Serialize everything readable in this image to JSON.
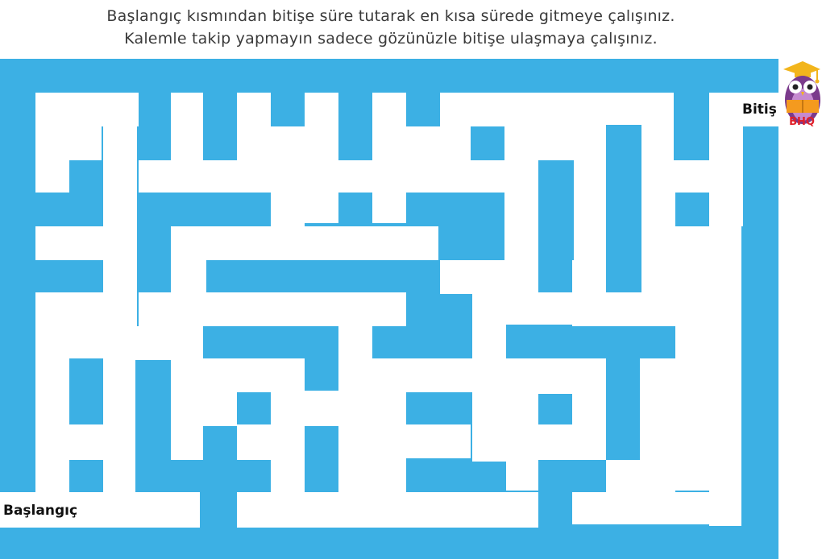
{
  "instructions": {
    "line1": "Başlangıç kısmından bitişe süre tutarak en kısa sürede gitmeye çalışınız.",
    "line2": "Kalemle takip yapmayın sadece gözünüzle bitişe ulaşmaya çalışınız."
  },
  "maze": {
    "start_label": "Başlangıç",
    "finish_label": "Bitiş",
    "wall_color": "#3cb0e4",
    "path_color": "#ffffff"
  },
  "logo": {
    "text": "BHQ",
    "icon": "owl-graduate-icon"
  }
}
